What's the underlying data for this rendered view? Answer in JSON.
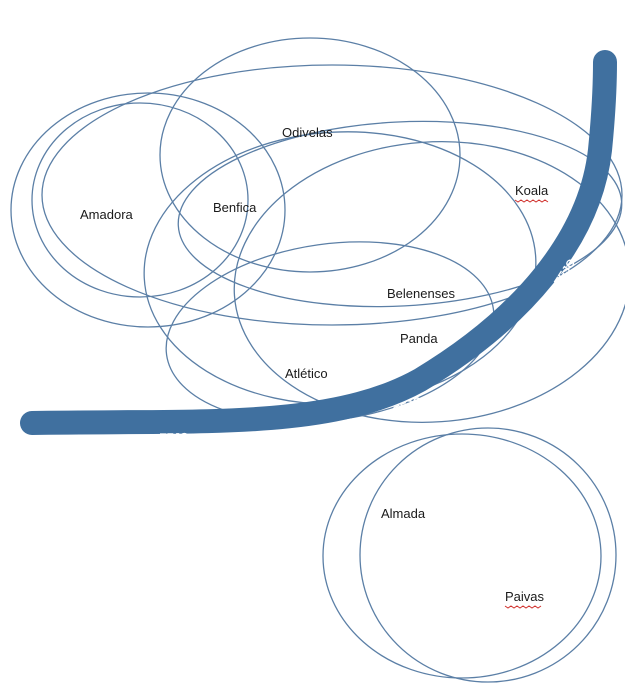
{
  "colors": {
    "ellipse_stroke": "#5b7fa6",
    "river": "#40709f",
    "river_label": "#ffffff",
    "label_text": "#1a1a1a",
    "spellcheck_underline": "#d0312d"
  },
  "river": {
    "name": "TEJO",
    "labels": [
      "TEJO",
      "TEJO",
      "TEJO"
    ]
  },
  "regions": [
    {
      "name": "Odivelas"
    },
    {
      "name": "Amadora"
    },
    {
      "name": "Benfica"
    },
    {
      "name": "Koala"
    },
    {
      "name": "Belenenses"
    },
    {
      "name": "Panda"
    },
    {
      "name": "Atlético"
    },
    {
      "name": "Almada"
    },
    {
      "name": "Paivas"
    }
  ]
}
